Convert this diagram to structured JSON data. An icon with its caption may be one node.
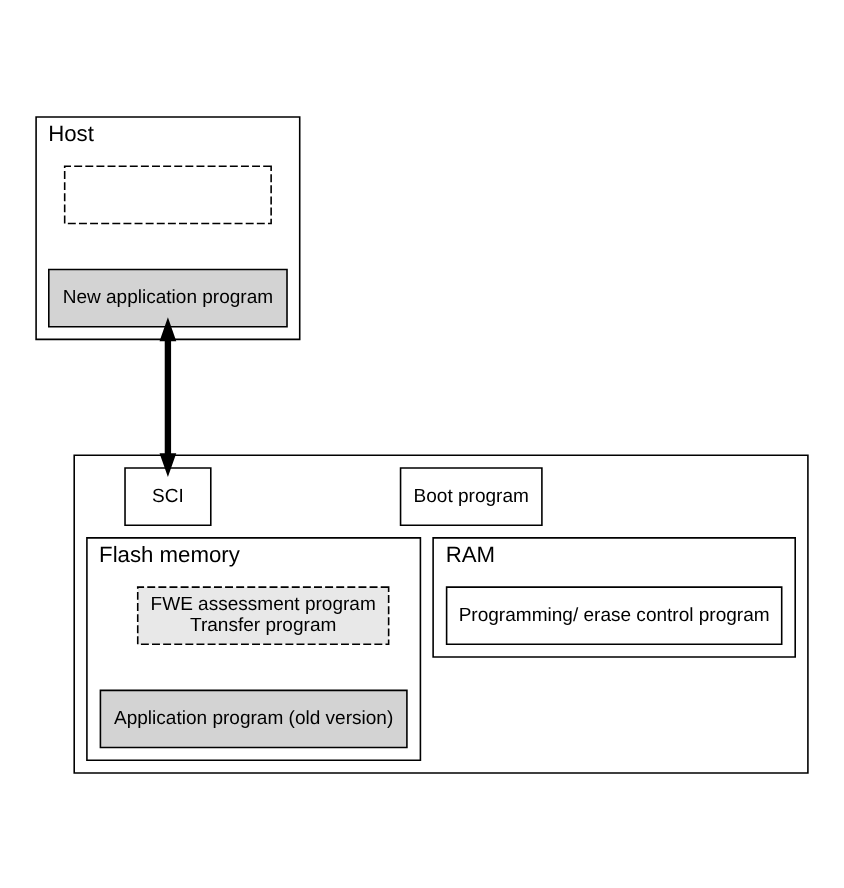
{
  "diagram": {
    "nodes": [
      {
        "text": [
          "Host"
        ]
      },
      {
        "text": [],
        "shape": "box",
        "in": 0
      },
      {
        "text": [
          "New application program"
        ],
        "in": 0
      },
      {
        "text": [],
        "shape": "box"
      },
      {
        "text": [
          "Boot program"
        ],
        "in": 3
      },
      {
        "text": [
          "SCI"
        ],
        "in": 3
      },
      {
        "text": [
          "Flash memory"
        ],
        "in": 3
      },
      {
        "text": [
          "FWE assessment program",
          "Transfer program"
        ],
        "in": 6
      },
      {
        "text": [
          "Application program (old version)"
        ],
        "in": 6
      },
      {
        "text": [
          "RAM"
        ],
        "in": 3
      },
      {
        "text": [
          "Programming/ erase control program"
        ],
        "in": 9
      }
    ],
    "edges": [
      {
        "from": 2,
        "to": 5,
        "arrow": "both"
      }
    ]
  }
}
